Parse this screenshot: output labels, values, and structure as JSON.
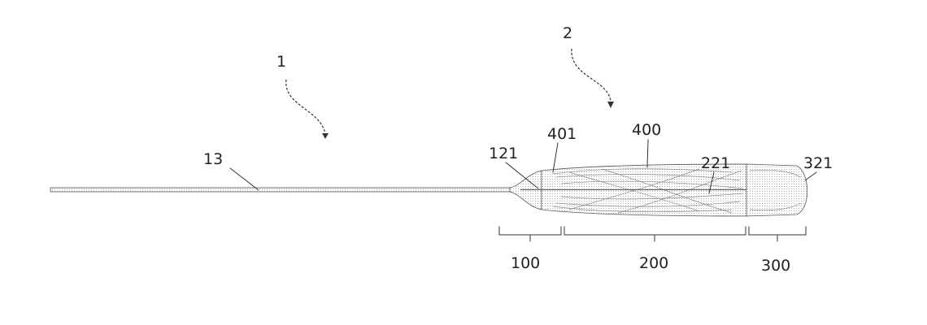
{
  "labels": {
    "device": "1",
    "subassembly": "2",
    "wire": "13",
    "neck": "121",
    "inner_layer": "401",
    "outer_layer": "400",
    "core": "221",
    "tip": "321",
    "section_a": "100",
    "section_b": "200",
    "section_c": "300"
  },
  "colors": {
    "line": "#333333",
    "hatch": "#8a8a8a",
    "text": "#222222"
  }
}
